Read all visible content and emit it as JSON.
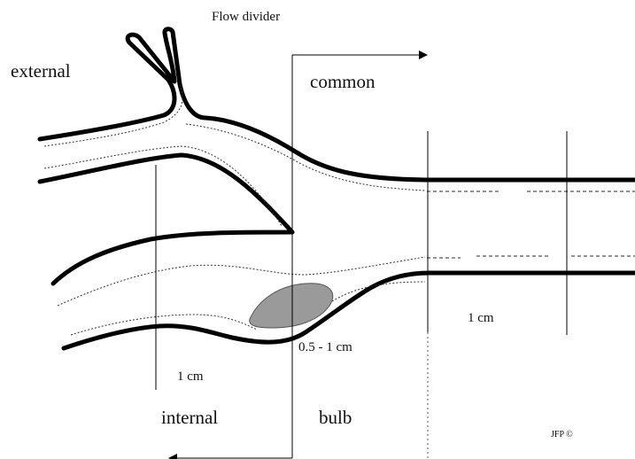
{
  "labels": {
    "flow_divider": "Flow divider",
    "external": "external",
    "common": "common",
    "internal": "internal",
    "bulb": "bulb",
    "measure_left": "1 cm",
    "measure_right": "1 cm",
    "plaque_size": "0.5 - 1 cm",
    "credit": "JFP ©"
  },
  "colors": {
    "wall": "#000000",
    "centerline": "#333333",
    "plaque": "#9a9a9a"
  }
}
